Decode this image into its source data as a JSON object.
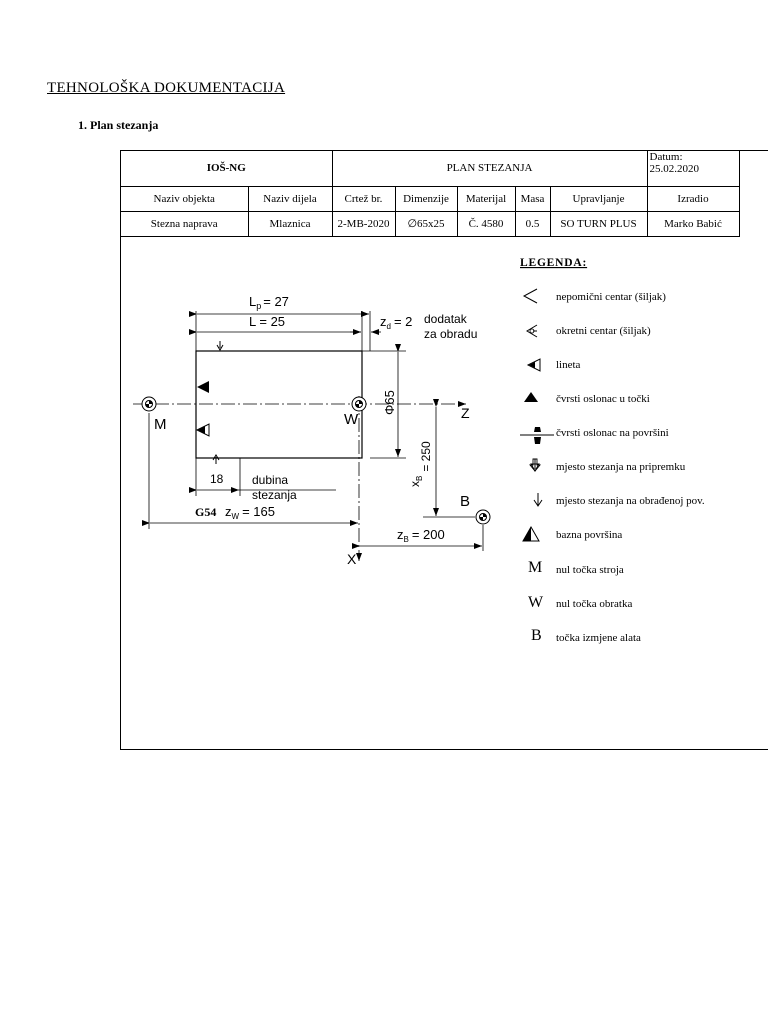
{
  "doc_title": "TEHNOLOŠKA DOKUMENTACIJA",
  "section_title": "1. Plan stezanja",
  "header": {
    "org": "IOŠ-NG",
    "title": "PLAN STEZANJA",
    "date_label": "Datum:",
    "date_value": "25.02.2020",
    "columns": [
      "Naziv objekta",
      "Naziv dijela",
      "Crtež br.",
      "Dimenzije",
      "Materijal",
      "Masa",
      "Upravljanje",
      "Izradio"
    ],
    "values": [
      "Stezna naprava",
      "Mlaznica",
      "2-MB-2020",
      "∅65x25",
      "Č. 4580",
      "0.5",
      "SO TURN PLUS",
      "Marko Babić"
    ]
  },
  "drawing": {
    "lp_label": "L",
    "lp_sub": "p",
    "lp_value": "= 27",
    "l_label": "L = 25",
    "zd_label": "z",
    "zd_sub": "d",
    "zd_value": "= 2",
    "allowance_1": "dodatak",
    "allowance_2": "za obradu",
    "diameter": "Φ65",
    "depth_value": "18",
    "depth_1": "dubina",
    "depth_2": "stezanja",
    "g54": "G54",
    "zw_label": "z",
    "zw_sub": "W",
    "zw_value": "= 165",
    "zb_label": "z",
    "zb_sub": "B",
    "zb_value": "= 200",
    "xb_label": "x",
    "xb_sub": "B",
    "xb_value": "= 250",
    "m": "M",
    "w": "W",
    "b": "B",
    "z_axis": "Z",
    "x_axis": "X"
  },
  "legend": {
    "title": "LEGENDA:",
    "items": [
      {
        "symbol": "fixed-center",
        "text": "nepomični centar (šiljak)"
      },
      {
        "symbol": "rotating-center",
        "text": "okretni centar (šiljak)"
      },
      {
        "symbol": "steady-rest",
        "text": "lineta"
      },
      {
        "symbol": "point-support",
        "text": "čvrsti oslonac u točki"
      },
      {
        "symbol": "surface-support",
        "text": "čvrsti oslonac na površini"
      },
      {
        "symbol": "clamp-raw",
        "text": "mjesto stezanja na pripremku"
      },
      {
        "symbol": "clamp-machined",
        "text": "mjesto stezanja na obrađenoj pov."
      },
      {
        "symbol": "base-surface",
        "text": "bazna površina"
      },
      {
        "symbol": "letter",
        "letter": "M",
        "text": "nul točka stroja"
      },
      {
        "symbol": "letter",
        "letter": "W",
        "text": "nul točka obratka"
      },
      {
        "symbol": "letter",
        "letter": "B",
        "text": "točka izmjene alata"
      }
    ]
  }
}
